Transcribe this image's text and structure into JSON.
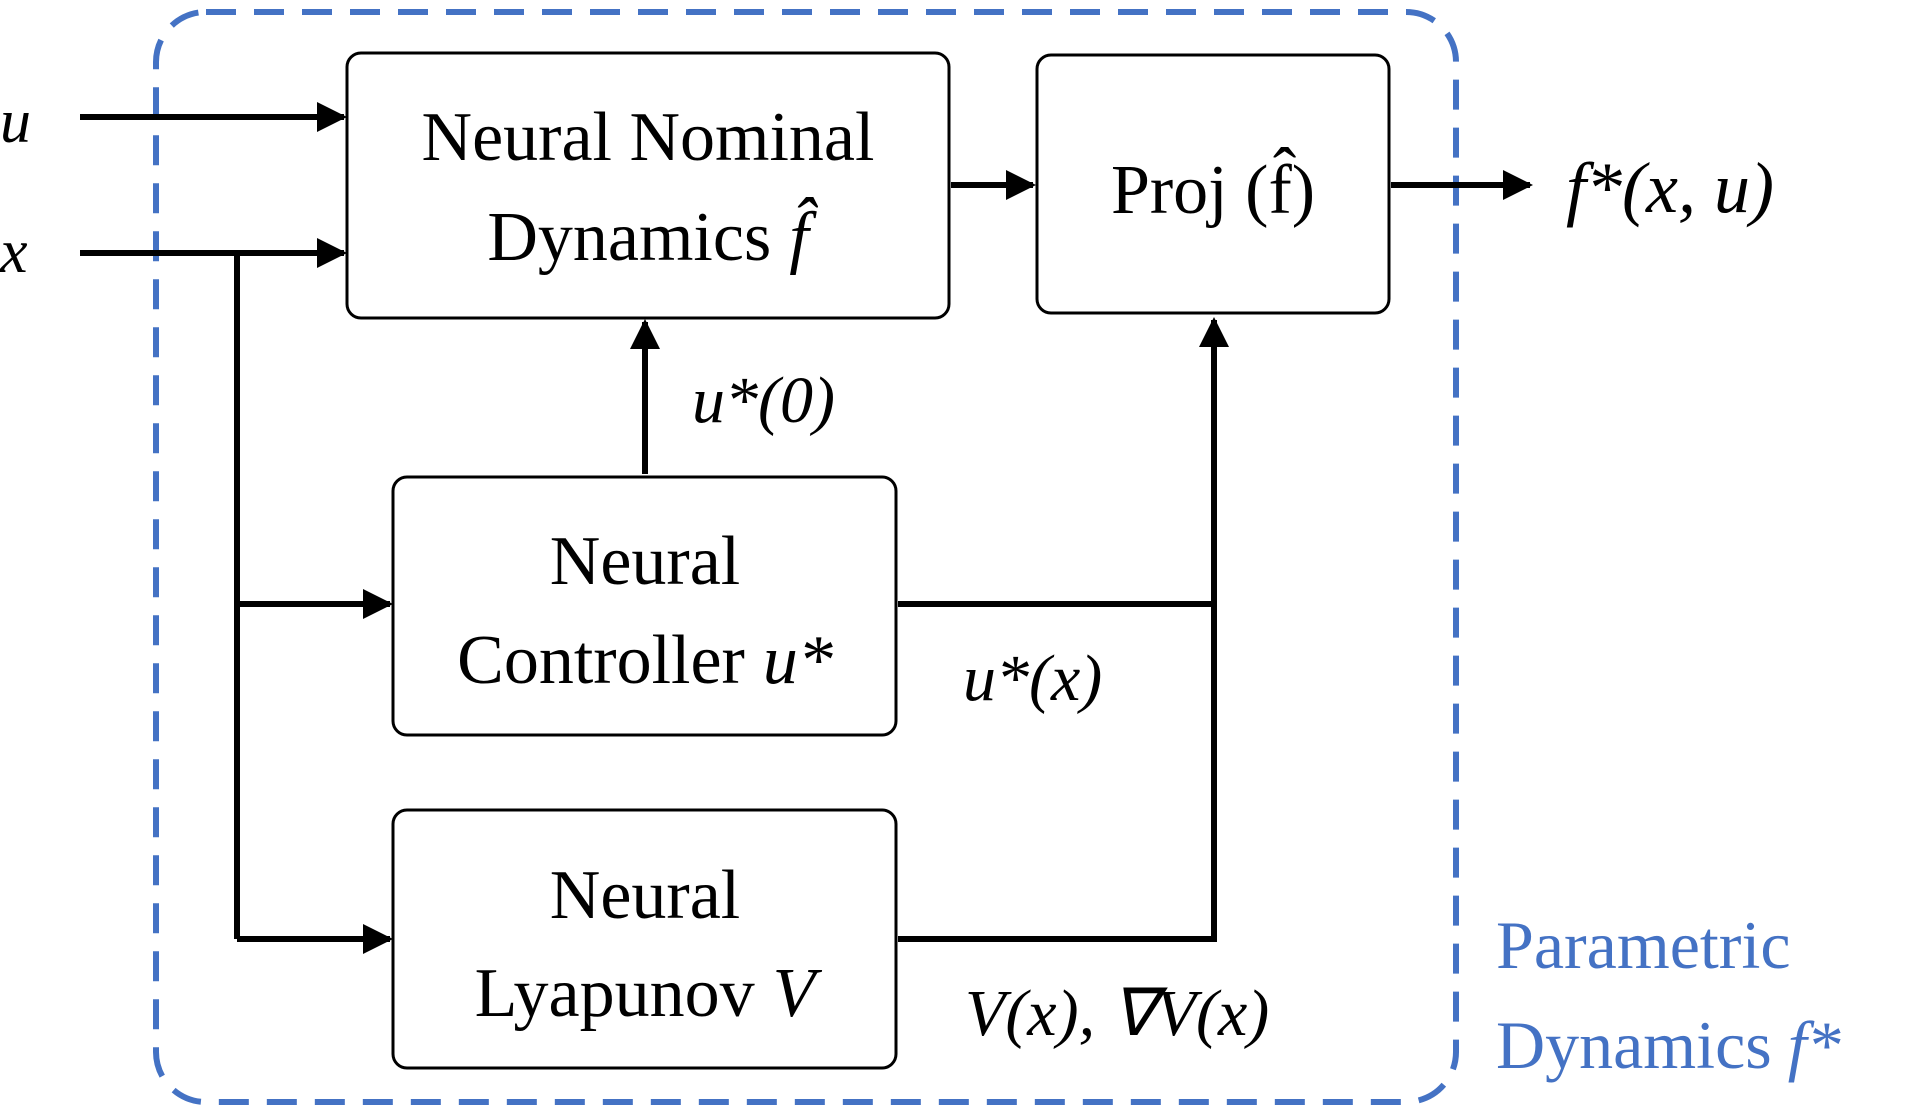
{
  "colors": {
    "boundary": "#4472C4",
    "caption": "#4472C4",
    "ink": "#000000"
  },
  "inputs": {
    "u": "u",
    "x": "x"
  },
  "output": {
    "label": "f*(x, u)"
  },
  "blocks": {
    "nominal": {
      "line1": "Neural Nominal",
      "line2_text": "Dynamics",
      "line2_symbol": "f̂"
    },
    "proj": {
      "label": "Proj (f̂)"
    },
    "controller": {
      "line1": "Neural",
      "line2_text": "Controller",
      "line2_symbol": "u*"
    },
    "lyapunov": {
      "line1": "Neural",
      "line2_text": "Lyapunov",
      "line2_symbol": "V"
    }
  },
  "signals": {
    "u_star_zero": "u*(0)",
    "u_star_x": "u*(x)",
    "v_and_grad": "V(x), ∇V(x)"
  },
  "caption": {
    "line1": "Parametric",
    "line2_text": "Dynamics",
    "line2_symbol": "f*"
  }
}
